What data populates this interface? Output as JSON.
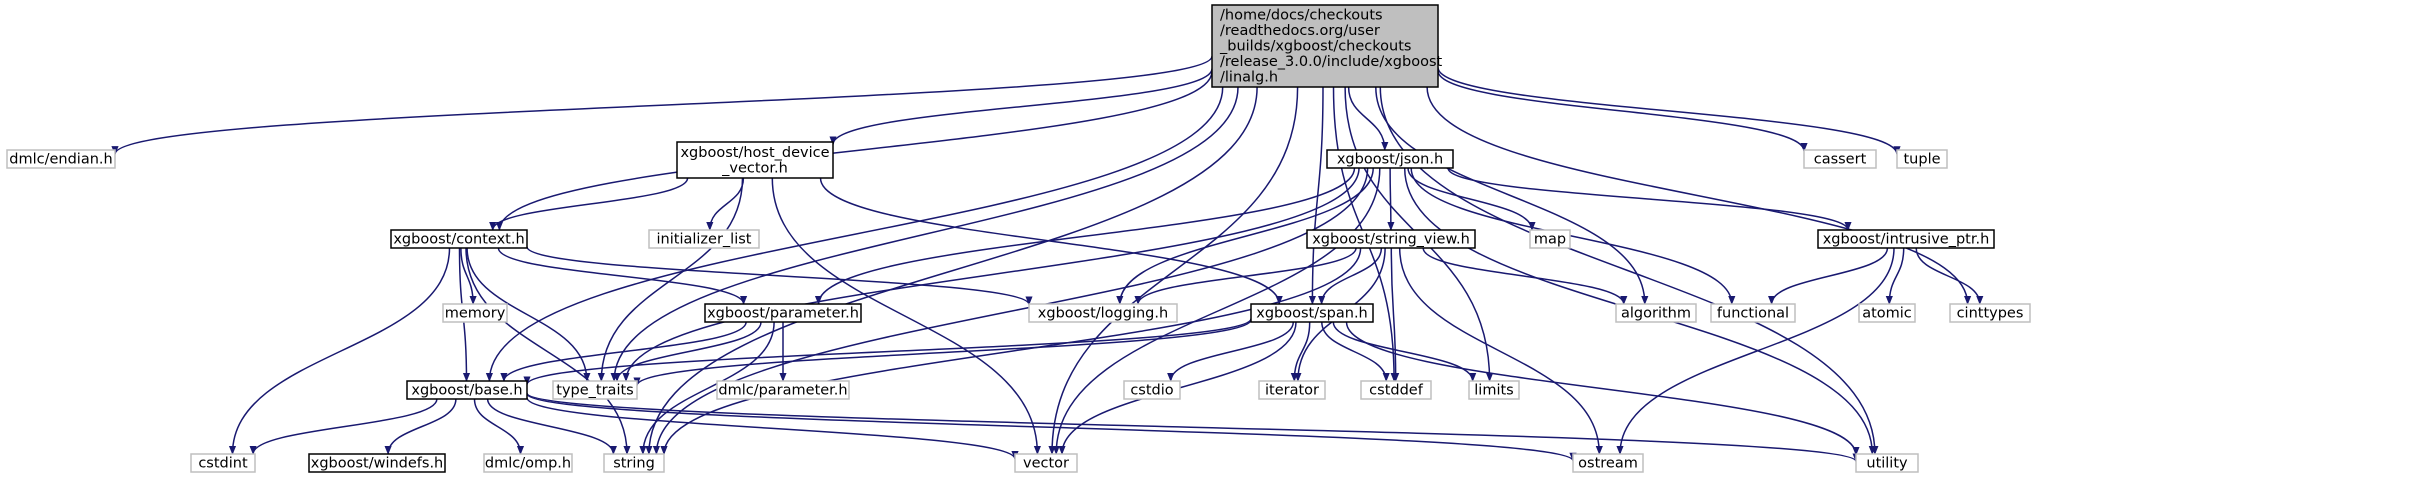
{
  "colors": {
    "edge": "#191970",
    "root_fill": "#bfbfbf",
    "root_border": "#000000",
    "documented_border": "#000000",
    "external_border": "#bfbfbf",
    "external_text": "#404040",
    "text": "#000000"
  },
  "nodes": [
    {
      "id": "root",
      "label": "/home/docs/checkouts\n/readthedocs.org/user\n_builds/xgboost/checkouts\n/release_3.0.0/include/xgboost\n/linalg.h",
      "kind": "root"
    },
    {
      "id": "endian",
      "label": "dmlc/endian.h",
      "kind": "external"
    },
    {
      "id": "host_device",
      "label": "xgboost/host_device\n_vector.h",
      "kind": "documented"
    },
    {
      "id": "json",
      "label": "xgboost/json.h",
      "kind": "documented"
    },
    {
      "id": "cassert",
      "label": "cassert",
      "kind": "external"
    },
    {
      "id": "tuple",
      "label": "tuple",
      "kind": "external"
    },
    {
      "id": "context",
      "label": "xgboost/context.h",
      "kind": "documented"
    },
    {
      "id": "initializer_list",
      "label": "initializer_list",
      "kind": "external"
    },
    {
      "id": "string_view",
      "label": "xgboost/string_view.h",
      "kind": "documented"
    },
    {
      "id": "map",
      "label": "map",
      "kind": "external"
    },
    {
      "id": "intrusive_ptr",
      "label": "xgboost/intrusive_ptr.h",
      "kind": "documented"
    },
    {
      "id": "memory",
      "label": "memory",
      "kind": "external"
    },
    {
      "id": "parameter",
      "label": "xgboost/parameter.h",
      "kind": "documented"
    },
    {
      "id": "logging",
      "label": "xgboost/logging.h",
      "kind": "external"
    },
    {
      "id": "span",
      "label": "xgboost/span.h",
      "kind": "documented"
    },
    {
      "id": "algorithm",
      "label": "algorithm",
      "kind": "external"
    },
    {
      "id": "functional",
      "label": "functional",
      "kind": "external"
    },
    {
      "id": "atomic",
      "label": "atomic",
      "kind": "external"
    },
    {
      "id": "cinttypes",
      "label": "cinttypes",
      "kind": "external"
    },
    {
      "id": "base",
      "label": "xgboost/base.h",
      "kind": "documented"
    },
    {
      "id": "type_traits",
      "label": "type_traits",
      "kind": "external"
    },
    {
      "id": "dmlc_parameter",
      "label": "dmlc/parameter.h",
      "kind": "external"
    },
    {
      "id": "cstdio",
      "label": "cstdio",
      "kind": "external"
    },
    {
      "id": "iterator",
      "label": "iterator",
      "kind": "external"
    },
    {
      "id": "cstddef",
      "label": "cstddef",
      "kind": "external"
    },
    {
      "id": "limits",
      "label": "limits",
      "kind": "external"
    },
    {
      "id": "cstdint",
      "label": "cstdint",
      "kind": "external"
    },
    {
      "id": "windefs",
      "label": "xgboost/windefs.h",
      "kind": "documented"
    },
    {
      "id": "omp",
      "label": "dmlc/omp.h",
      "kind": "external"
    },
    {
      "id": "string",
      "label": "string",
      "kind": "external"
    },
    {
      "id": "vector",
      "label": "vector",
      "kind": "external"
    },
    {
      "id": "ostream",
      "label": "ostream",
      "kind": "external"
    },
    {
      "id": "utility",
      "label": "utility",
      "kind": "external"
    }
  ],
  "edges": [
    [
      "root",
      "endian"
    ],
    [
      "root",
      "host_device"
    ],
    [
      "root",
      "json"
    ],
    [
      "root",
      "cassert"
    ],
    [
      "root",
      "tuple"
    ],
    [
      "root",
      "context"
    ],
    [
      "root",
      "base"
    ],
    [
      "root",
      "string"
    ],
    [
      "root",
      "type_traits"
    ],
    [
      "root",
      "vector"
    ],
    [
      "root",
      "span"
    ],
    [
      "root",
      "algorithm"
    ],
    [
      "root",
      "cstddef"
    ],
    [
      "root",
      "cinttypes"
    ],
    [
      "root",
      "limits"
    ],
    [
      "root",
      "utility"
    ],
    [
      "host_device",
      "context"
    ],
    [
      "host_device",
      "initializer_list"
    ],
    [
      "host_device",
      "type_traits"
    ],
    [
      "host_device",
      "vector"
    ],
    [
      "host_device",
      "span"
    ],
    [
      "json",
      "string_view"
    ],
    [
      "json",
      "map"
    ],
    [
      "json",
      "intrusive_ptr"
    ],
    [
      "json",
      "parameter"
    ],
    [
      "json",
      "logging"
    ],
    [
      "json",
      "type_traits"
    ],
    [
      "json",
      "string"
    ],
    [
      "json",
      "vector"
    ],
    [
      "json",
      "functional"
    ],
    [
      "json",
      "utility"
    ],
    [
      "context",
      "memory"
    ],
    [
      "context",
      "parameter"
    ],
    [
      "context",
      "logging"
    ],
    [
      "context",
      "base"
    ],
    [
      "context",
      "type_traits"
    ],
    [
      "context",
      "cstdint"
    ],
    [
      "context",
      "string"
    ],
    [
      "string_view",
      "span"
    ],
    [
      "string_view",
      "logging"
    ],
    [
      "string_view",
      "algorithm"
    ],
    [
      "string_view",
      "iterator"
    ],
    [
      "string_view",
      "cstddef"
    ],
    [
      "string_view",
      "ostream"
    ],
    [
      "string_view",
      "string"
    ],
    [
      "intrusive_ptr",
      "functional"
    ],
    [
      "intrusive_ptr",
      "atomic"
    ],
    [
      "intrusive_ptr",
      "cinttypes"
    ],
    [
      "intrusive_ptr",
      "ostream"
    ],
    [
      "parameter",
      "base"
    ],
    [
      "parameter",
      "type_traits"
    ],
    [
      "parameter",
      "dmlc_parameter"
    ],
    [
      "parameter",
      "string"
    ],
    [
      "span",
      "base"
    ],
    [
      "span",
      "cstdio"
    ],
    [
      "span",
      "iterator"
    ],
    [
      "span",
      "cstddef"
    ],
    [
      "span",
      "limits"
    ],
    [
      "span",
      "type_traits"
    ],
    [
      "span",
      "utility"
    ],
    [
      "span",
      "vector"
    ],
    [
      "base",
      "cstdint"
    ],
    [
      "base",
      "windefs"
    ],
    [
      "base",
      "omp"
    ],
    [
      "base",
      "string"
    ],
    [
      "base",
      "utility"
    ],
    [
      "base",
      "vector"
    ],
    [
      "base",
      "ostream"
    ]
  ]
}
